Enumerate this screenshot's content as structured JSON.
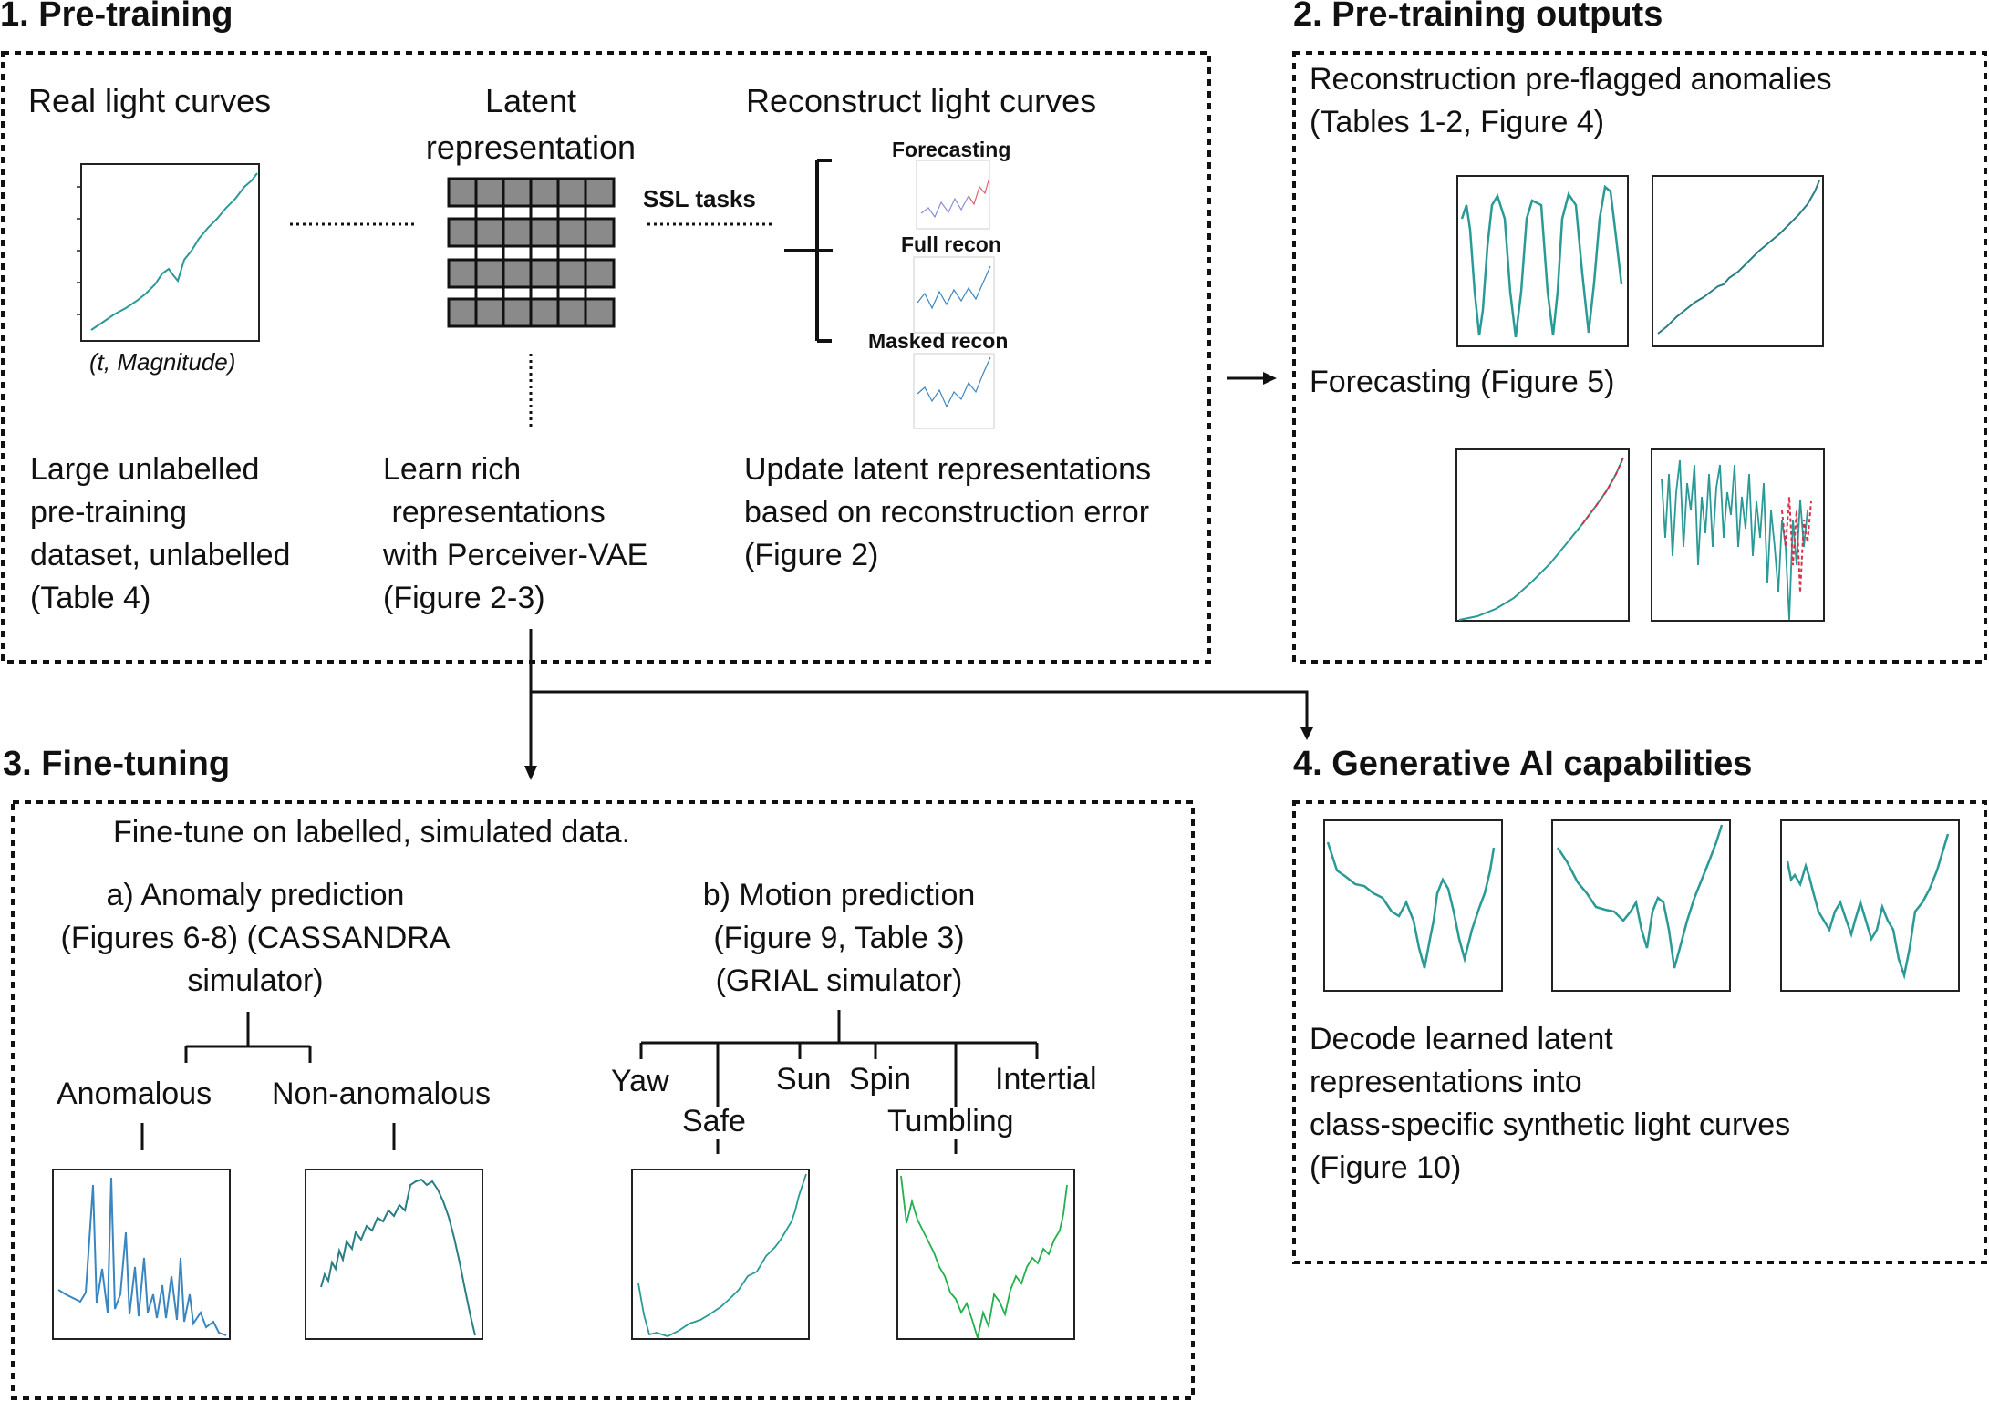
{
  "colors": {
    "curve": "#2a9a96",
    "curve_blue": "#3a86c0",
    "curve_green": "#22b14c",
    "forecast_red": "#d9304a",
    "latent_cell": "#8a8a8a",
    "border": "#111111"
  },
  "sections": {
    "s1": {
      "heading": "1. Pre-training",
      "col1_title": "Real light curves",
      "axis_caption": "(t, Magnitude)",
      "col1_desc": [
        "Large unlabelled",
        "pre-training",
        "dataset, unlabelled",
        "(Table 4)"
      ],
      "col2_title": [
        "Latent",
        "representation"
      ],
      "col2_desc": [
        "Learn rich",
        " representations",
        "with Perceiver-VAE",
        "(Figure 2-3)"
      ],
      "ssl_label": "SSL tasks",
      "col3_title": "Reconstruct light curves",
      "tasks": [
        "Forecasting",
        "Full recon",
        "Masked recon"
      ],
      "col3_desc": [
        "Update latent representations",
        "based on reconstruction error",
        "(Figure 2)"
      ]
    },
    "s2": {
      "heading": "2. Pre-training outputs",
      "text1": [
        "Reconstruction pre-flagged anomalies",
        "(Tables 1-2, Figure 4)"
      ],
      "text2": "Forecasting (Figure 5)"
    },
    "s3": {
      "heading": "3. Fine-tuning",
      "intro": "Fine-tune on labelled, simulated data.",
      "a_title": [
        "a) Anomaly prediction",
        "(Figures 6-8) (CASSANDRA",
        "simulator)"
      ],
      "a_leaves": [
        "Anomalous",
        "Non-anomalous"
      ],
      "b_title": [
        "b) Motion prediction",
        "(Figure 9, Table 3)",
        "(GRIAL simulator)"
      ],
      "b_leaves": [
        "Yaw",
        "Safe",
        "Sun",
        "Spin",
        "Tumbling",
        "Intertial"
      ]
    },
    "s4": {
      "heading": "4. Generative AI capabilities",
      "desc": [
        "Decode learned latent",
        "representations into",
        "class-specific synthetic light curves",
        "(Figure 10)"
      ]
    }
  }
}
